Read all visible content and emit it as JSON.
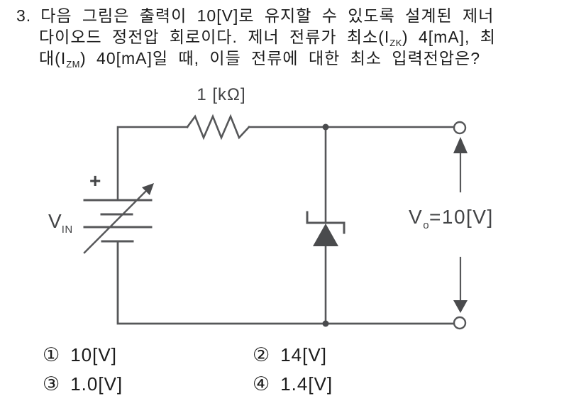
{
  "question": {
    "number": "3.",
    "line1": "다음 그림은 출력이 10[V]로 유지할 수 있도록 설계된 제너",
    "line2_pre": "다이오드 정전압 회로이다. 제너 전류가 최소(I",
    "line2_sub": "ZK",
    "line2_post": ") 4[mA], 최",
    "line3_pre": "대(I",
    "line3_sub": "ZM",
    "line3_post": ") 40[mA]일 때, 이들 전류에 대한 최소 입력전압은?"
  },
  "circuit": {
    "resistor_label": "1 [kΩ]",
    "plus_sign": "+",
    "vin_main": "V",
    "vin_sub": "IN",
    "vo_main": "V",
    "vo_sub": "o",
    "vo_value": "=10[V]"
  },
  "options": [
    {
      "num": "①",
      "label": "10[V]"
    },
    {
      "num": "②",
      "label": "14[V]"
    },
    {
      "num": "③",
      "label": "1.0[V]"
    },
    {
      "num": "④",
      "label": "1.4[V]"
    }
  ],
  "colors": {
    "background": "#ffffff",
    "text": "#1c1c1c",
    "circuit_line": "#565759",
    "circuit_fill": "#4a4b4d"
  }
}
